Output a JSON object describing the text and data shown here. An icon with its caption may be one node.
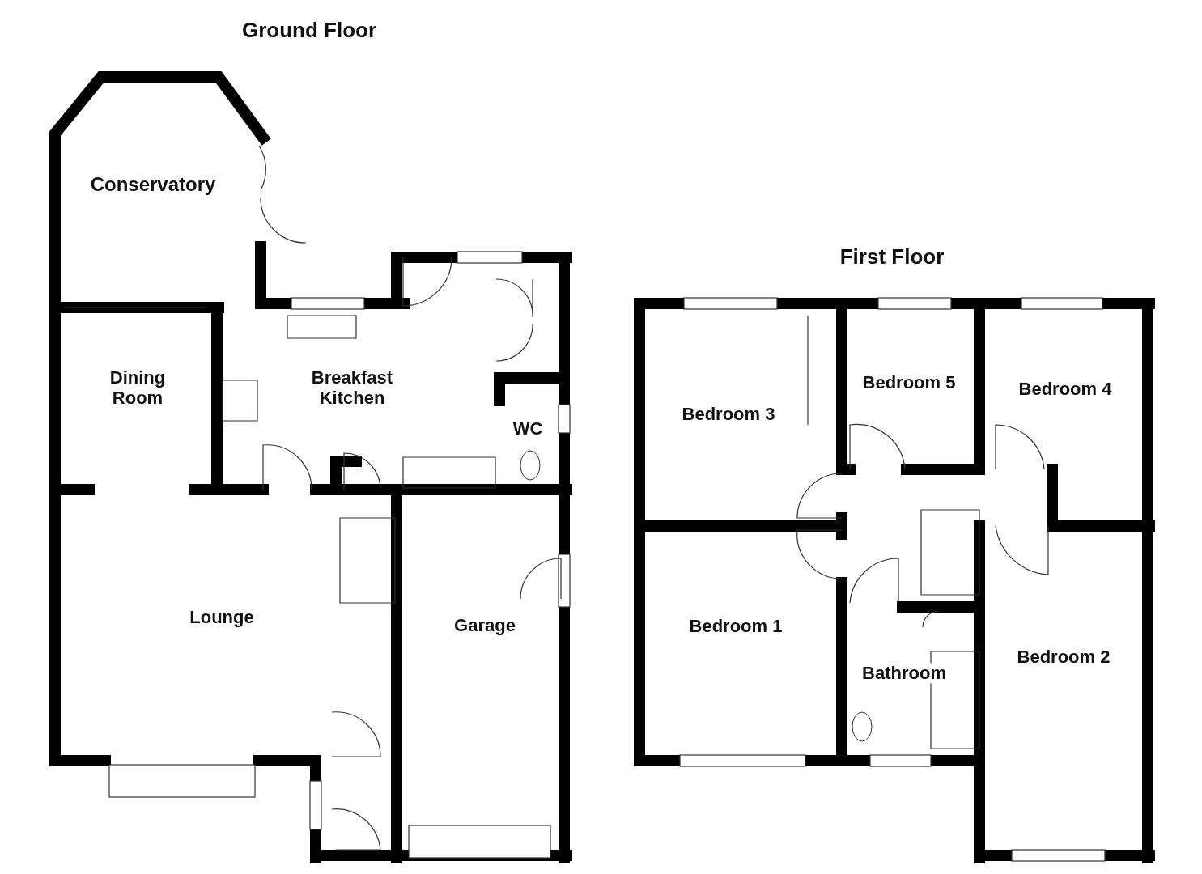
{
  "diagram": {
    "labels": [
      "Ground Floor",
      "Conservatory",
      "First Floor",
      "Dining Room",
      "Breakfast Kitchen",
      "Bedroom 5",
      "Bedroom 4",
      "Bedroom 3",
      "WC",
      "Lounge",
      "Garage",
      "Bedroom 1",
      "Bedroom 2",
      "Bathroom"
    ]
  }
}
